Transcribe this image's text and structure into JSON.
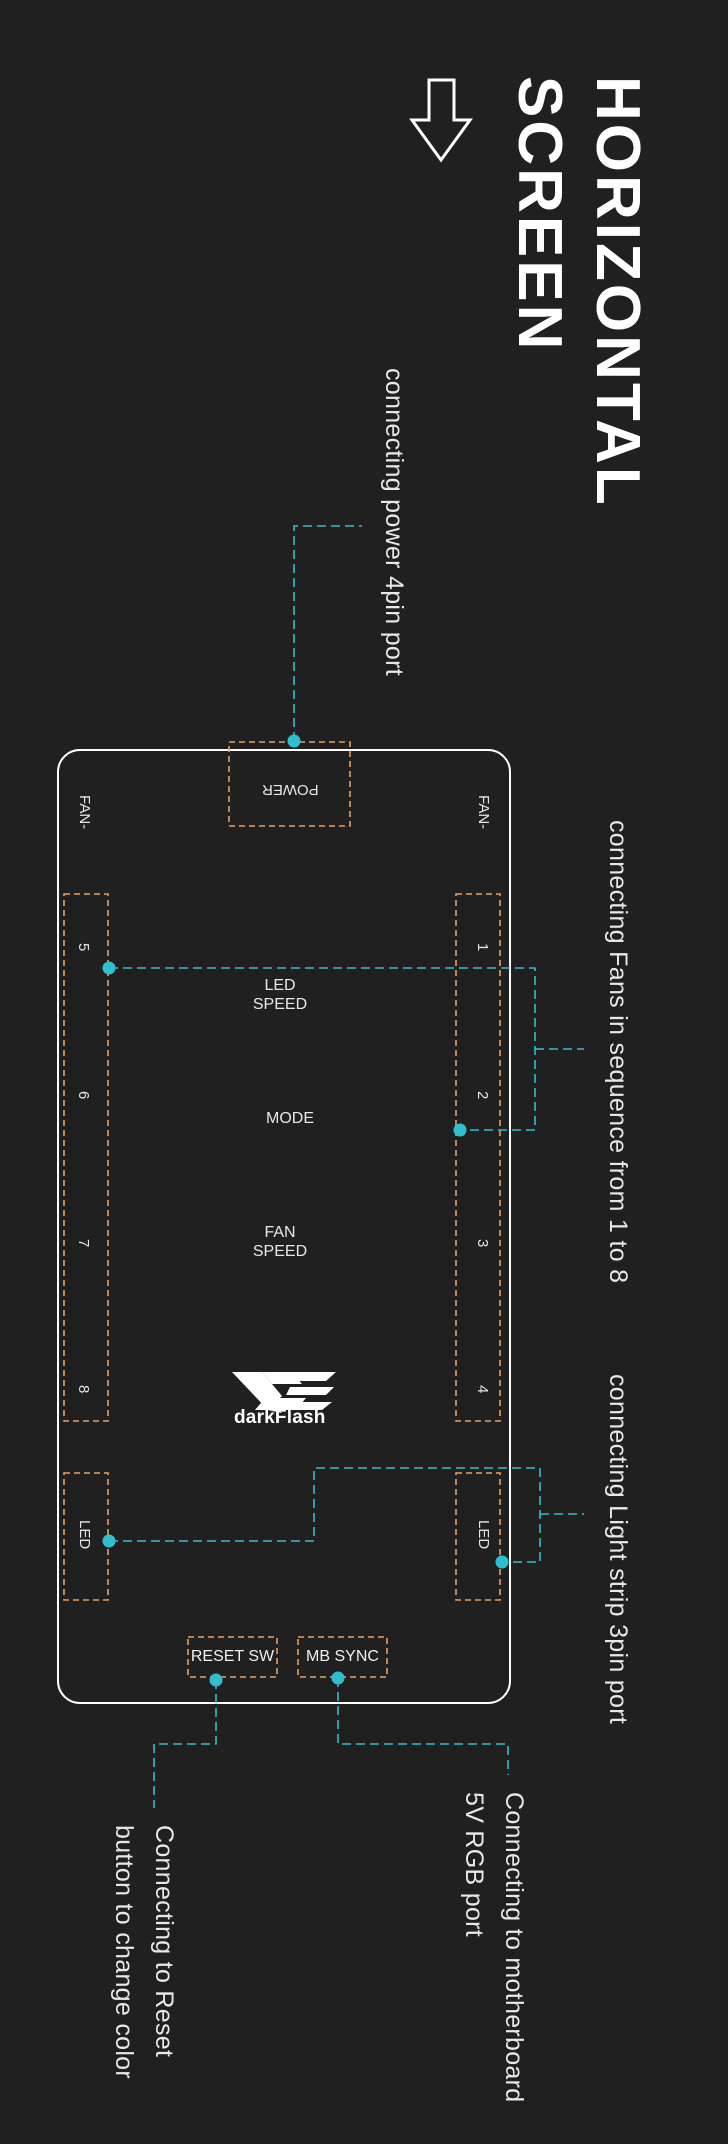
{
  "title": {
    "line1": "HORIZONTAL",
    "line2": "SCREEN"
  },
  "icons": {
    "arrow": "down-arrow-icon"
  },
  "colors": {
    "background": "#202020",
    "leader": "#2fbfcf",
    "port_box": "#e8a060",
    "board": "#ffffff"
  },
  "annotations": {
    "power": "connecting power 4pin port",
    "fans": "connecting Fans in sequence from 1 to 8",
    "light": "connecting Light strip 3pin port",
    "motherboard_line1": "Connecting to motherboard",
    "motherboard_line2": "5V RGB port",
    "reset_line1": "Connecting to Reset",
    "reset_line2": "button to change color"
  },
  "board": {
    "power_label": "POWER",
    "fan_right": "FAN-",
    "fan_left": "FAN-",
    "right_ports": [
      "1",
      "2",
      "3",
      "4"
    ],
    "left_ports": [
      "5",
      "6",
      "7",
      "8"
    ],
    "led_right": "LED",
    "led_left": "LED",
    "led_speed": {
      "line1": "LED",
      "line2": "SPEED"
    },
    "mode": "MODE",
    "fan_speed": {
      "line1": "FAN",
      "line2": "SPEED"
    },
    "reset_sw": "RESET SW",
    "mb_sync": "MB SYNC",
    "brand": "darkFlash"
  }
}
